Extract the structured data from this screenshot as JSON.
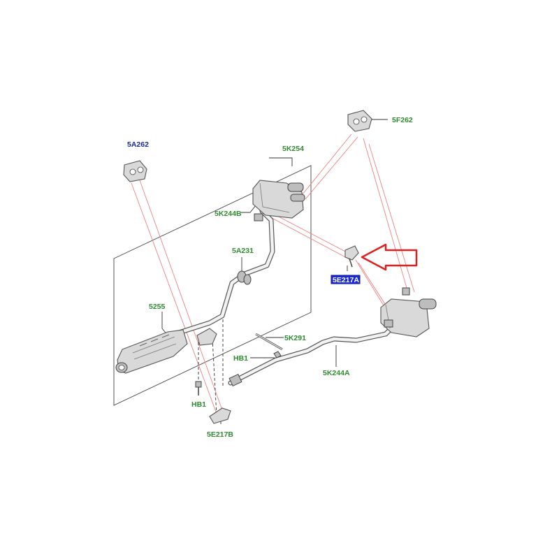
{
  "labels": {
    "5A262": "5A262",
    "5K254": "5K254",
    "5F262": "5F262",
    "5K244B": "5K244B",
    "5A231": "5A231",
    "5E217A": "5E217A",
    "5255": "5255",
    "5K291": "5K291",
    "HB1_right": "HB1",
    "5K244A": "5K244A",
    "HB1_left": "HB1",
    "5E217B": "5E217B"
  },
  "selected_part": "5E217A",
  "colors": {
    "label_green": "#2e8b2e",
    "label_blue": "#1a2a9a",
    "selection_fill": "#1a2ad8",
    "pointer_arrow": "#e02020",
    "reference_lines": "#f08080"
  },
  "icons": [
    "pointer-arrow-icon"
  ]
}
